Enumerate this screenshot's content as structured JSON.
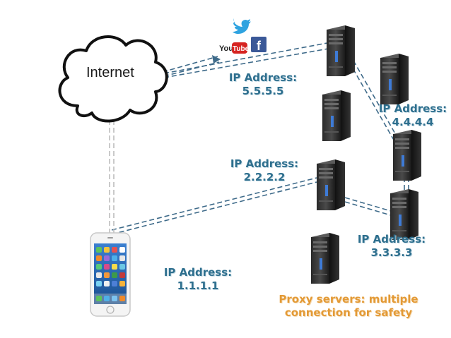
{
  "internet_label": "Internet",
  "ip_labels": {
    "server_top": [
      "IP Address:",
      "5.5.5.5"
    ],
    "server_right": [
      "IP Address:",
      "4.4.4.4"
    ],
    "server_middle": [
      "IP Address:",
      "2.2.2.2"
    ],
    "server_lower_right": [
      "IP Address:",
      "3.3.3.3"
    ],
    "phone": [
      "IP Address:",
      "1.1.1.1"
    ]
  },
  "proxy_note": [
    "Proxy servers: multiple",
    "connection for safety"
  ],
  "social_icons": [
    "twitter-icon",
    "youtube-icon",
    "facebook-icon"
  ],
  "youtube_text": [
    "You",
    "Tube"
  ],
  "facebook_text": "f",
  "colors": {
    "label_blue": "#2e6f8e",
    "note_orange": "#e39a36",
    "dashed_link": "#3f6b8a",
    "server_dark": "#1c1c1c"
  }
}
